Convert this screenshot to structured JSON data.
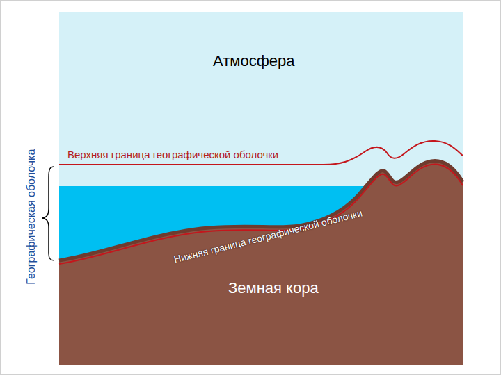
{
  "diagram": {
    "nodes": [
      {
        "text": [
          "Атмосфера"
        ]
      },
      {
        "text": [
          "Земная кора"
        ]
      }
    ],
    "labels": [
      "Верхняя граница географической оболочки",
      "Нижняя граница географической оболочки",
      "Географическая оболочка"
    ]
  }
}
